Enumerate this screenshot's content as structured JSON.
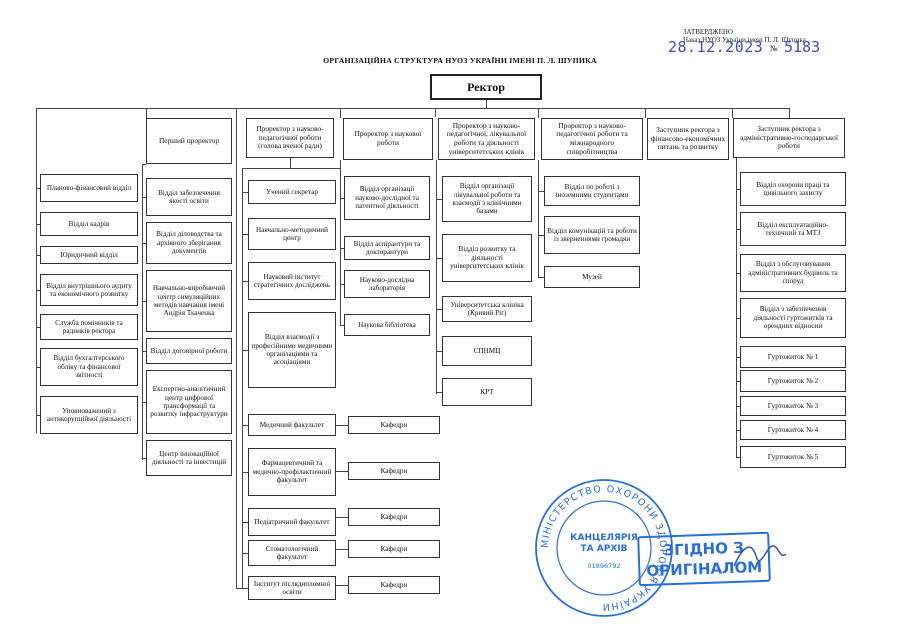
{
  "approval": {
    "line1": "ЗАТВЕРДЖЕНО",
    "line2": "Наказ НУОЗ України імені П. Л. Шупика",
    "date_handwritten": "28.12.2023",
    "number_label": "№",
    "number_handwritten": "5183"
  },
  "title": "ОРГАНІЗАЦІЙНА СТРУКТУРА НУОЗ УКРАЇНИ ІМЕНІ П. Л. ШУПИКА",
  "rector": "Ректор",
  "columns": {
    "c0": {
      "items": [
        "Планово-фінансовий відділ",
        "Відділ кадрів",
        "Юридичний відділ",
        "Відділ внутрішнього аудиту та економічного розвитку",
        "Служба помічників та радників ректора",
        "Відділ бухгалтерського обліку та фінансової звітності",
        "Уповноважений з антикорупційної діяльності"
      ]
    },
    "c1": {
      "header": "Перший проректор",
      "items": [
        "Відділ забезпечення якості освіти",
        "Відділ діловодства та архівного зберігання документів",
        "Навчально-виробничий центр симуляційних методів навчання імені Андрія Ткаченка",
        "Відділ договірної роботи",
        "Експертно-аналітичний центр цифрової трансформації та розвитку інфраструктури",
        "Центр інноваційної діяльності та інвестицій"
      ]
    },
    "c2": {
      "header": "Проректор з науково-педагогічної роботи (голова вченої ради)",
      "items": [
        "Учений секретар",
        "Навчально-методичний центр",
        "Науковий інститут стратегічних досліджень",
        "Відділ взаємодії з професійними медичними організаціями та асоціаціями"
      ],
      "faculties": [
        "Медичний факультет",
        "Фармацевтичний та медично-профілактичний факультет",
        "Педіатричний факультет",
        "Стоматологічний факультет",
        "Інститут післядипломної освіти"
      ],
      "kafedry": "Кафедри"
    },
    "c3": {
      "header": "Проректор з наукової роботи",
      "items": [
        "Відділ організації науково-дослідної та патентної діяльності",
        "Відділ аспірантури та докторантури",
        "Науково-дослідна лабораторія",
        "Наукова бібліотека"
      ]
    },
    "c4": {
      "header": "Проректор з науково-педагогічної, лікувальної роботи та діяльності університетських клінік",
      "items": [
        "Відділ організації лікувальної роботи та взаємодії з клінічними базами",
        "Відділ розвитку та діяльності університетських клінік",
        "Університетська клініка (Кривий Ріг)",
        "СПНМЦ",
        "КРТ"
      ]
    },
    "c5": {
      "header": "Проректор з науково-педагогічної роботи та міжнародного співробітництва",
      "items": [
        "Відділ по роботі з іноземними студентами",
        "Відділ комунікацій та роботи із зверненнями громадян",
        "Музей"
      ]
    },
    "c6": {
      "header": "Заступник ректора з фінансово-економічних питань та розвитку"
    },
    "c7": {
      "header": "Заступник ректора з адміністративно-господарської роботи",
      "items": [
        "Відділ охорони праці та цивільного захисту",
        "Відділ експлуатаційно-технічний та МТЗ",
        "Відділ з обслуговування адміністративних будівель та споруд",
        "Відділ з забезпечення діяльності гуртожитків та орендних відносин",
        "Гуртожиток № 1",
        "Гуртожиток № 2",
        "Гуртожиток № 3",
        "Гуртожиток № 4",
        "Гуртожиток № 5"
      ]
    }
  },
  "stamp_round": {
    "ring_text": "МІНІСТЕРСТВО ОХОРОНИ ЗДОРОВ'Я УКРАЇНИ",
    "center1": "КАНЦЕЛЯРІЯ",
    "center2": "ТА АРХІВ",
    "code": "01896792"
  },
  "stamp_rect": {
    "line1": "ЗГІДНО З",
    "line2": "ОРИГІНАЛОМ"
  },
  "colors": {
    "ink": "#111111",
    "stamp": "#2a6fd6",
    "handwriting": "#3d4fb0"
  }
}
